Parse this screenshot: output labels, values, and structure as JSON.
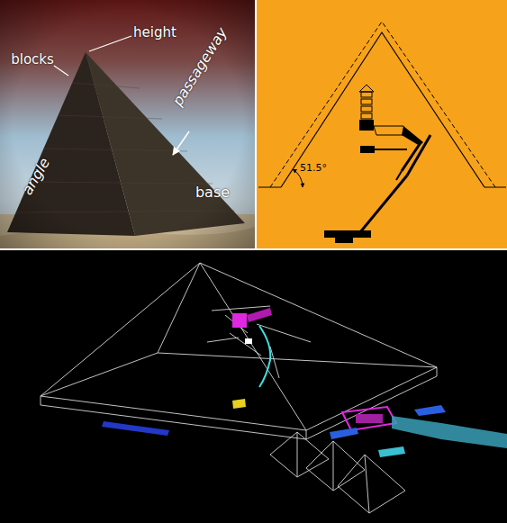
{
  "diagram": {
    "labels": [
      "height",
      "blocks",
      "passageway",
      "angle",
      "base",
      "51.5°"
    ]
  }
}
